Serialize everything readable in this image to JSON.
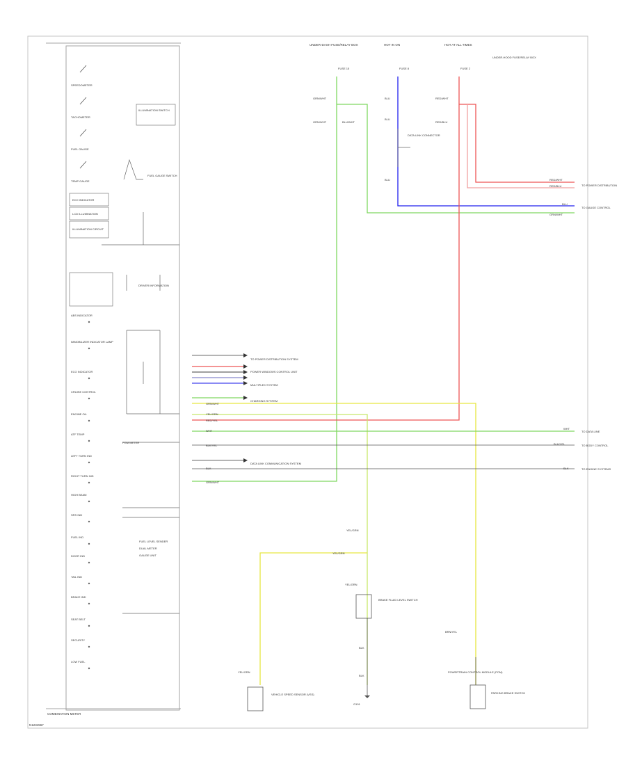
{
  "footer": {
    "code": "N1234567",
    "module_caption": "COMBINATION METER"
  },
  "colors": {
    "green": "#7fd860",
    "blue": "#2020ee",
    "red": "#ee5555",
    "pink": "#f0a0a0",
    "yellow": "#e6e640",
    "yellow_green": "#c8e86a",
    "gray": "#555555"
  },
  "gauges": [
    "SPEEDOMETER",
    "TACHOMETER",
    "FUEL GAUGE",
    "TEMP GAUGE"
  ],
  "indicator_boxes": [
    "ECO INDICATOR",
    "LCD ILLUMINATION",
    "ILLUMINATION CIRCUIT"
  ],
  "indicators": [
    "ABS INDICATOR",
    "IMMOBILIZER INDICATOR LAMP",
    "ECO INDICATOR",
    "CRUISE CONTROL",
    "ENGINE OIL",
    "ATF TEMP",
    "LEFT TURN IND",
    "RIGHT TURN IND",
    "HIGH BEAM",
    "SRS IND",
    "FUEL IND",
    "DOOR IND",
    "TAIL IND",
    "BRAKE IND",
    "SEAT BELT",
    "SECURITY",
    "LOW FUEL"
  ],
  "side_labels": {
    "illumination_switch": "ILLUMINATION SWITCH",
    "fuel_gauge_switch": "FUEL GAUGE SWITCH",
    "driver_info": "DRIVER INFORMATION",
    "fuel_level": "FUEL LEVEL SENDER",
    "dual_meter": "DUAL METER",
    "gauge_unit": "GAUGE UNIT",
    "pgm_meter": "PGM METER"
  },
  "fuses": [
    {
      "title": "UNDER-DASH FUSE/RELAY BOX",
      "fuse": "FUSE 15"
    },
    {
      "title": "HOT IN ON",
      "fuse": "FUSE 8"
    },
    {
      "title": "HOT AT ALL TIMES",
      "fuse": "FUSE 2"
    }
  ],
  "fuse_note": "UNDER-HOOD FUSE/RELAY BOX",
  "relay_caption": "DATA LINK CONNECTOR",
  "wire_colors": {
    "grn_wht": "GRN/WHT",
    "blu": "BLU",
    "blu_wht": "BLU/WHT",
    "red_wht": "RED/WHT",
    "red_blu": "RED/BLU",
    "wht": "WHT",
    "yel_grn": "YEL/GRN",
    "blk_yel": "BLK/YEL",
    "brn_yel": "BRN/YEL",
    "red_yel": "RED/YEL",
    "blk": "BLK"
  },
  "connector_refs": [
    "TO POWER DISTRIBUTION",
    "TO GAUGE CONTROL",
    "TO DATA LINE",
    "TO BODY CONTROL",
    "TO ENGINE SYSTEMS"
  ],
  "harness_labels": [
    "TO POWER DISTRIBUTION SYSTEM",
    "POWER WINDOWS CONTROL UNIT",
    "MULTIPLEX SYSTEM",
    "CHARGING SYSTEM",
    "DATA LINK COMMUNICATION SYSTEM"
  ],
  "components": {
    "vss": "VEHICLE SPEED SENSOR (VSS)",
    "brake_switch": "BRAKE FLUID LEVEL SWITCH",
    "parking_brake": "PARKING BRAKE SWITCH",
    "g101": "G101",
    "pcm": "POWERTRAIN CONTROL MODULE (PCM)"
  },
  "ground_label": "G101"
}
